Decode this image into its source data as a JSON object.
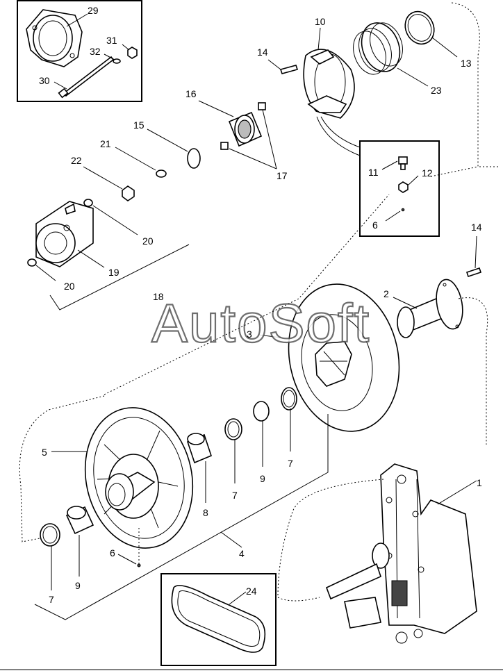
{
  "watermark": "AutoSoft",
  "labels": [
    {
      "id": "29",
      "text": "29"
    },
    {
      "id": "31",
      "text": "31"
    },
    {
      "id": "32",
      "text": "32"
    },
    {
      "id": "30",
      "text": "30"
    },
    {
      "id": "10",
      "text": "10"
    },
    {
      "id": "14a",
      "text": "14"
    },
    {
      "id": "13",
      "text": "13"
    },
    {
      "id": "23",
      "text": "23"
    },
    {
      "id": "16",
      "text": "16"
    },
    {
      "id": "15",
      "text": "15"
    },
    {
      "id": "21",
      "text": "21"
    },
    {
      "id": "22",
      "text": "22"
    },
    {
      "id": "17",
      "text": "17"
    },
    {
      "id": "11",
      "text": "11"
    },
    {
      "id": "12",
      "text": "12"
    },
    {
      "id": "6a",
      "text": "6"
    },
    {
      "id": "20a",
      "text": "20"
    },
    {
      "id": "19",
      "text": "19"
    },
    {
      "id": "20b",
      "text": "20"
    },
    {
      "id": "18",
      "text": "18"
    },
    {
      "id": "14b",
      "text": "14"
    },
    {
      "id": "2",
      "text": "2"
    },
    {
      "id": "3",
      "text": "3"
    },
    {
      "id": "5",
      "text": "5"
    },
    {
      "id": "8",
      "text": "8"
    },
    {
      "id": "7a",
      "text": "7"
    },
    {
      "id": "9a",
      "text": "9"
    },
    {
      "id": "7b",
      "text": "7"
    },
    {
      "id": "1",
      "text": "1"
    },
    {
      "id": "6b",
      "text": "6"
    },
    {
      "id": "4",
      "text": "4"
    },
    {
      "id": "7c",
      "text": "7"
    },
    {
      "id": "9b",
      "text": "9"
    },
    {
      "id": "24",
      "text": "24"
    }
  ]
}
